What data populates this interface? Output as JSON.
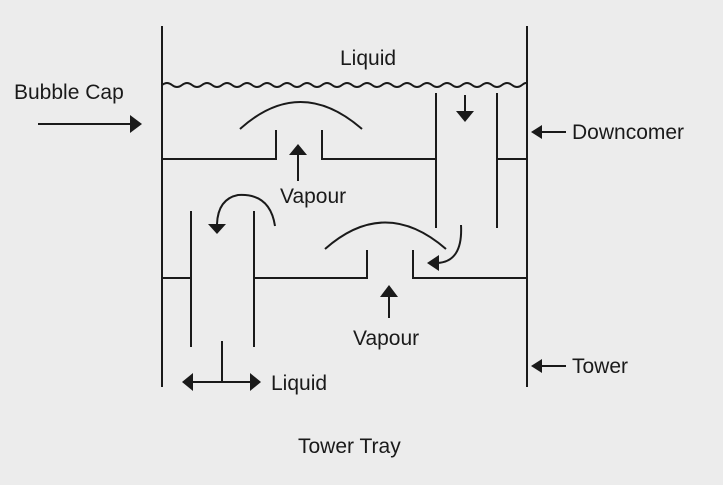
{
  "diagram": {
    "title": "Tower Tray",
    "labels": {
      "bubble_cap": "Bubble Cap",
      "liquid_top": "Liquid",
      "downcomer": "Downcomer",
      "vapour_upper": "Vapour",
      "vapour_lower": "Vapour",
      "liquid_bottom": "Liquid",
      "tower": "Tower"
    }
  }
}
